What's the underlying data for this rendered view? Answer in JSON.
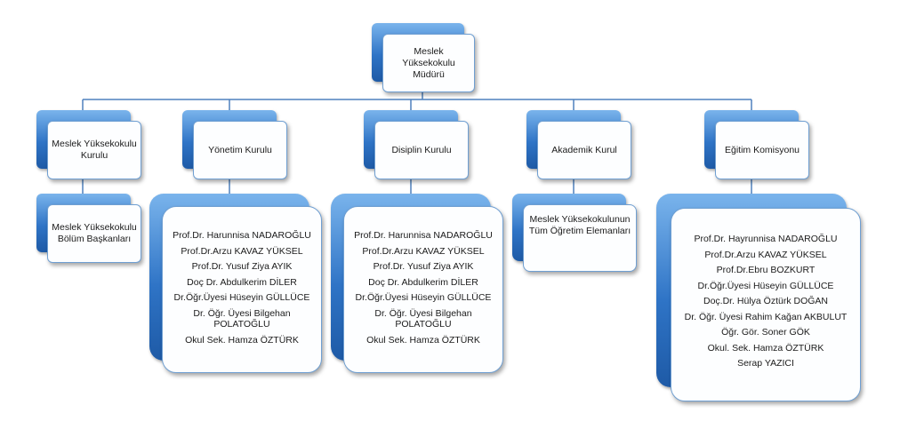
{
  "top": {
    "label": "Meslek Yüksekokulu Müdürü"
  },
  "level1": [
    {
      "label": "Meslek Yüksekokulu Kurulu"
    },
    {
      "label": "Yönetim Kurulu"
    },
    {
      "label": "Disiplin Kurulu"
    },
    {
      "label": "Akademik Kurul"
    },
    {
      "label": "Eğitim Komisyonu"
    }
  ],
  "level2": {
    "bolum": {
      "label": "Meslek Yüksekokulu Bölüm Başkanları"
    },
    "yonetim": {
      "members": [
        "Prof.Dr. Harunnisa NADAROĞLU",
        "Prof.Dr.Arzu KAVAZ YÜKSEL",
        "Prof.Dr. Yusuf Ziya AYIK",
        "Doç Dr. Abdulkerim DİLER",
        "Dr.Öğr.Üyesi  Hüseyin GÜLLÜCE",
        "Dr. Öğr. Üyesi Bilgehan POLATOĞLU",
        "Okul Sek. Hamza ÖZTÜRK"
      ]
    },
    "disiplin": {
      "members": [
        "Prof.Dr. Harunnisa NADAROĞLU",
        "Prof.Dr.Arzu KAVAZ YÜKSEL",
        "Prof.Dr. Yusuf Ziya AYIK",
        "Doç Dr. Abdulkerim DİLER",
        "Dr.Öğr.Üyesi  Hüseyin GÜLLÜCE",
        "Dr. Öğr. Üyesi Bilgehan POLATOĞLU",
        "Okul Sek. Hamza ÖZTÜRK"
      ]
    },
    "akademik": {
      "label": "Meslek Yüksekokulunun Tüm Öğretim Elemanları"
    },
    "egitim": {
      "members": [
        "Prof.Dr. Hayrunnisa NADAROĞLU",
        "Prof.Dr.Arzu KAVAZ YÜKSEL",
        "Prof.Dr.Ebru BOZKURT",
        "Dr.Öğr.Üyesi Hüseyin GÜLLÜCE",
        "Doç.Dr. Hülya Öztürk DOĞAN",
        "Dr. Öğr. Üyesi Rahim Kağan AKBULUT",
        "Öğr. Gör. Soner GÖK",
        "Okul. Sek. Hamza ÖZTÜRK",
        "Serap YAZICI"
      ]
    }
  },
  "colors": {
    "accent": "#2f74c6",
    "connector": "#4f81bd"
  }
}
